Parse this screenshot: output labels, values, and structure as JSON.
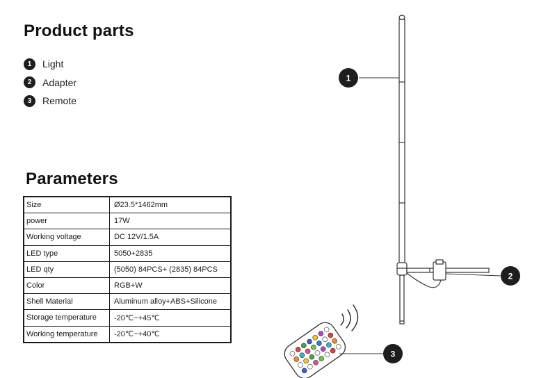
{
  "product_parts": {
    "title": "Product parts",
    "items": [
      {
        "number": "1",
        "label": "Light"
      },
      {
        "number": "2",
        "label": "Adapter"
      },
      {
        "number": "3",
        "label": "Remote"
      }
    ]
  },
  "parameters": {
    "title": "Parameters",
    "rows": [
      {
        "key": "Size",
        "value": "Ø23.5*1462mm"
      },
      {
        "key": "power",
        "value": "17W"
      },
      {
        "key": "Working voltage",
        "value": "DC 12V/1.5A"
      },
      {
        "key": "LED type",
        "value": "5050+2835"
      },
      {
        "key": "LED qty",
        "value": "(5050) 84PCS+ (2835) 84PCS"
      },
      {
        "key": "Color",
        "value": "RGB+W"
      },
      {
        "key": "Shell Material",
        "value": "Aluminum alloy+ABS+Silicone"
      },
      {
        "key": "Storage temperature",
        "value": "-20℃~+45℃"
      },
      {
        "key": "Working temperature",
        "value": "-20℃~+40℃"
      }
    ]
  },
  "callouts": [
    {
      "number": "1"
    },
    {
      "number": "2"
    },
    {
      "number": "3"
    }
  ],
  "colors": {
    "text": "#1a1a1a",
    "badge": "#1e1e1e",
    "line": "#333333"
  }
}
